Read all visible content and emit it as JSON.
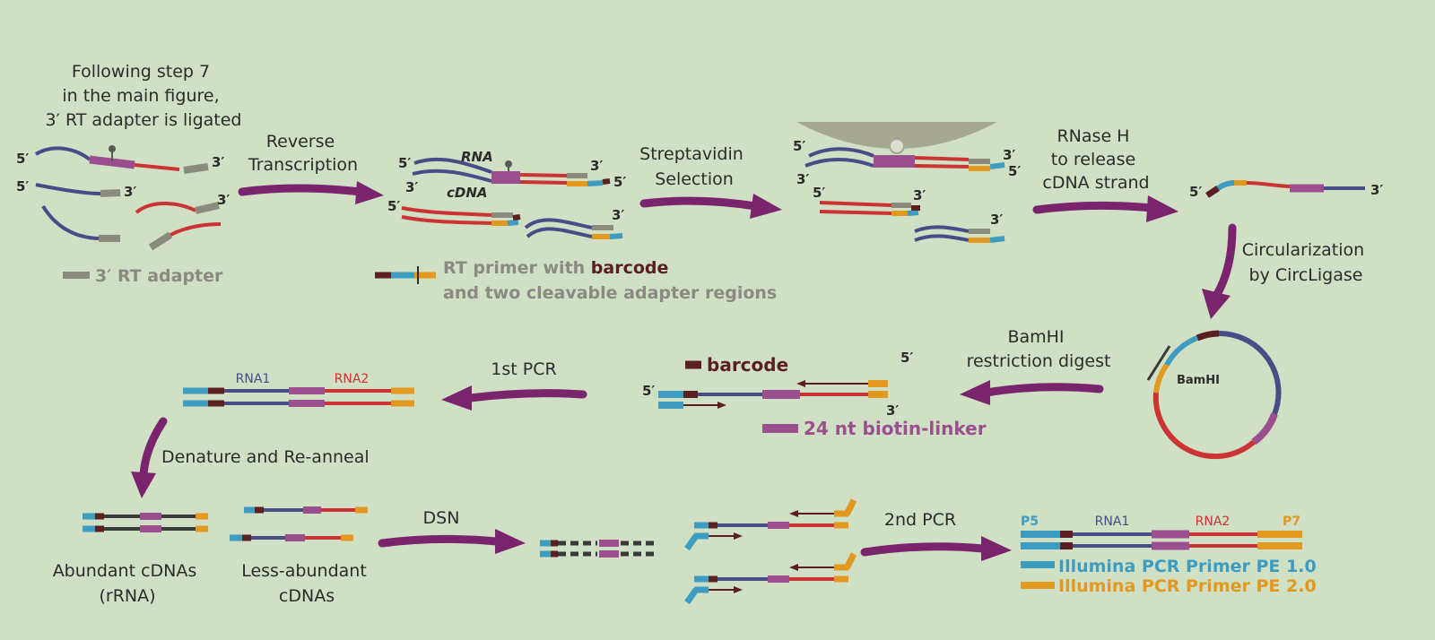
{
  "colors": {
    "background": "#cfe0c4",
    "rna_blue": "#4a4c88",
    "rna_red": "#cc3333",
    "biotin_linker": "#9b4f8e",
    "rt_adapter": "#8a8a7e",
    "barcode": "#5a1f1e",
    "illumina_pe1": "#3d9cc0",
    "illumina_pe2": "#e39820",
    "arrow": "#7a246e",
    "bead": "#a6a78f",
    "text": "#2b2b2b",
    "note_gray": "#8a8a82"
  },
  "labels": {
    "intro": [
      "Following step 7",
      "in the main figure,",
      "3′ RT adapter is ligated"
    ],
    "reverse_transcription": [
      "Reverse",
      "Transcription"
    ],
    "streptavidin_selection": [
      "Streptavidin",
      "Selection"
    ],
    "rnase_h": [
      "RNase H",
      "to release",
      "cDNA strand"
    ],
    "circularization": [
      "Circularization",
      "by CircLigase"
    ],
    "bamhi_digest": [
      "BamHI",
      "restriction digest"
    ],
    "bamhi_site": "BamHI",
    "first_pcr": "1st PCR",
    "denature": "Denature and Re-anneal",
    "dsn": "DSN",
    "second_pcr": "2nd PCR",
    "abundant": [
      "Abundant cDNAs",
      "(rRNA)"
    ],
    "less_abundant": [
      "Less-abundant",
      "cDNAs"
    ],
    "rna_tag": "RNA",
    "cdna_tag": "cDNA",
    "rna1": "RNA1",
    "rna2": "RNA2",
    "p5": "P5",
    "p7": "P7",
    "five_prime": "5′",
    "three_prime": "3′"
  },
  "legend": {
    "rt_adapter": "3′ RT adapter",
    "rt_primer_prefix": "RT primer with ",
    "rt_primer_bold": "barcode",
    "rt_primer_line2": "and two cleavable adapter regions",
    "barcode": "barcode",
    "biotin_linker": "24 nt biotin-linker",
    "pe1": "Illumina PCR Primer PE 1.0",
    "pe2": "Illumina PCR Primer PE 2.0"
  }
}
